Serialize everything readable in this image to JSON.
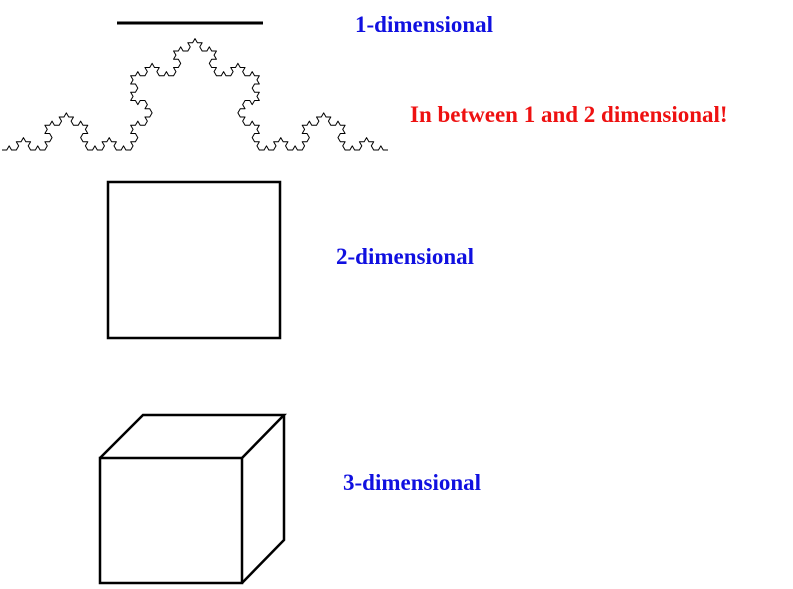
{
  "labels": {
    "one_dimensional": "1-dimensional",
    "fractal": "In between 1 and 2 dimensional!",
    "two_dimensional": "2-dimensional",
    "three_dimensional": "3-dimensional"
  },
  "colors": {
    "one_dimensional": "#1010e0",
    "fractal": "#ee1111",
    "two_dimensional": "#1010e0",
    "three_dimensional": "#1010e0",
    "stroke": "#000000"
  },
  "shapes": {
    "line": "line-segment",
    "fractal": "koch-curve",
    "square": "square",
    "cube": "cube"
  }
}
